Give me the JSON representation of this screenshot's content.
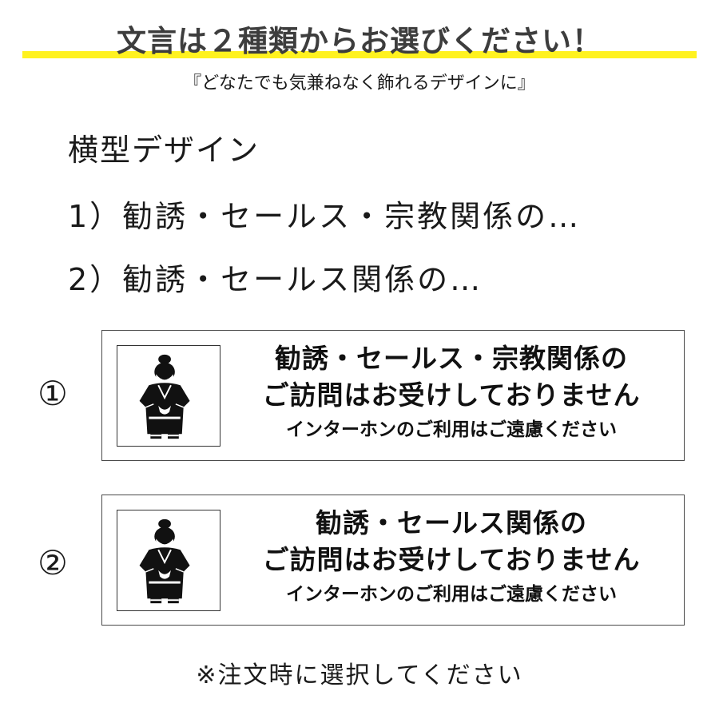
{
  "header": {
    "headline": "文言は２種類からお選びください！",
    "subtitle": "『どなたでも気兼ねなく飾れるデザインに』",
    "highlight_color": "#fff21f"
  },
  "section": {
    "title": "横型デザイン",
    "options": [
      "1）勧誘・セールス・宗教関係の…",
      "2）勧誘・セールス関係の…"
    ]
  },
  "plates": [
    {
      "marker": "①",
      "icon": "bowing-person-icon",
      "line1": "勧誘・セールス・宗教関係の",
      "line2": "ご訪問はお受けしておりません",
      "line3": "インターホンのご利用はご遠慮ください"
    },
    {
      "marker": "②",
      "icon": "bowing-person-icon",
      "line1": "勧誘・セールス関係の",
      "line2": "ご訪問はお受けしておりません",
      "line3": "インターホンのご利用はご遠慮ください"
    }
  ],
  "footer": {
    "note": "※注文時に選択してください"
  }
}
